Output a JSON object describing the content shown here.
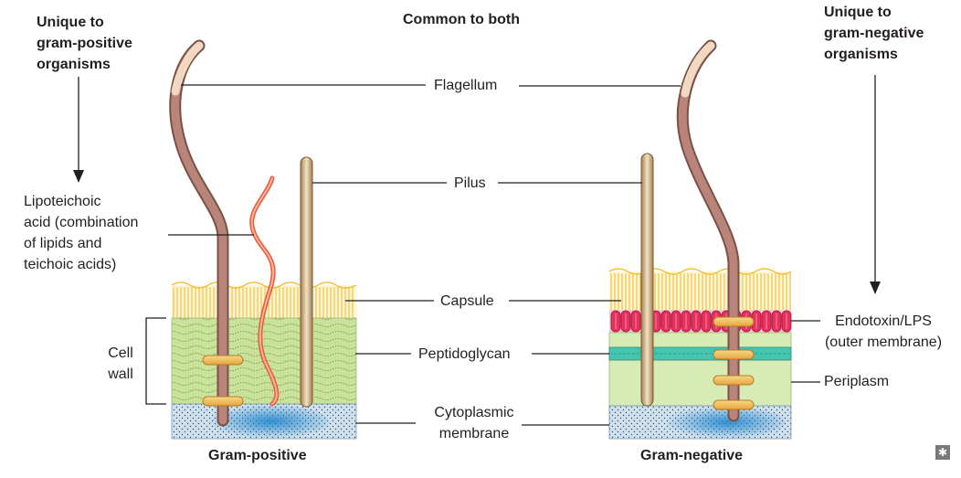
{
  "headings": {
    "unique_positive": [
      "Unique to",
      "gram-positive",
      "organisms"
    ],
    "common": "Common to both",
    "unique_negative": [
      "Unique to",
      "gram-negative",
      "organisms"
    ]
  },
  "labels": {
    "flagellum": "Flagellum",
    "pilus": "Pilus",
    "capsule": "Capsule",
    "peptidoglycan": "Peptidoglycan",
    "cytoplasmic_membrane": [
      "Cytoplasmic",
      "membrane"
    ],
    "lipoteichoic_acid": [
      "Lipoteichoic",
      "acid (combination",
      "of lipids and",
      "teichoic acids)"
    ],
    "cell_wall": [
      "Cell",
      "wall"
    ],
    "endotoxin": [
      "Endotoxin/LPS",
      "(outer membrane)"
    ],
    "periplasm": "Periplasm"
  },
  "captions": {
    "gram_positive": "Gram-positive",
    "gram_negative": "Gram-negative"
  },
  "corner_icon": "asterisk-icon",
  "colors": {
    "capsule": "#f6c230",
    "peptidoglycan": "#c9e29a",
    "outer_membrane": "#e8305f",
    "periplasm_band": "#45c4b0",
    "cytoplasmic_membrane": "#7fb8e0",
    "flagellum": "#b27f6c",
    "pilus": "#dfc8a2",
    "lipoteichoic_acid": "#e84a2a"
  }
}
